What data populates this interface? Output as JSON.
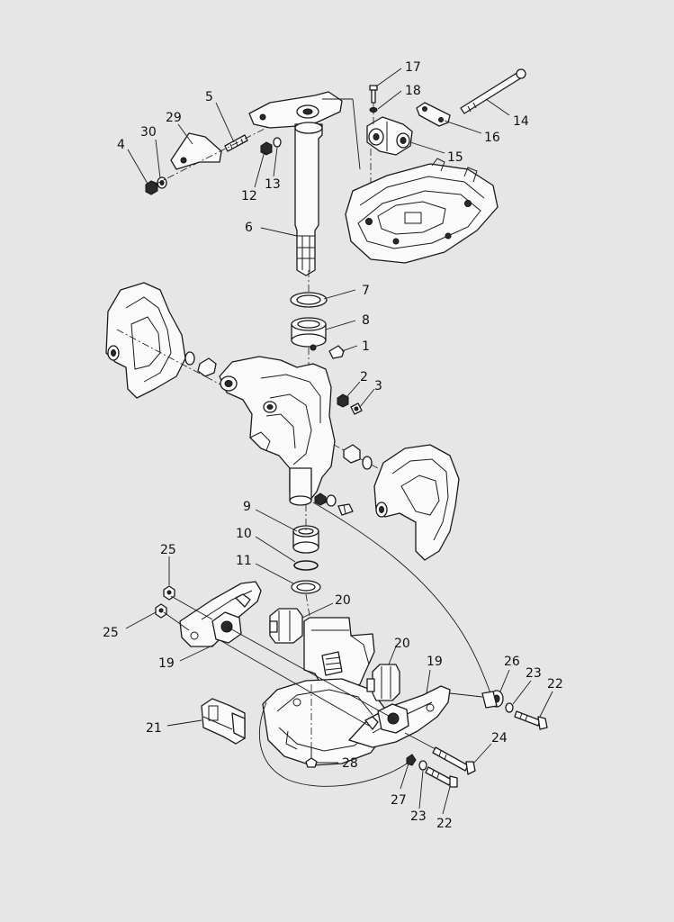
{
  "callouts": [
    {
      "id": "c17",
      "text": "17"
    },
    {
      "id": "c18",
      "text": "18"
    },
    {
      "id": "c5",
      "text": "5"
    },
    {
      "id": "c29",
      "text": "29"
    },
    {
      "id": "c14",
      "text": "14"
    },
    {
      "id": "c30",
      "text": "30"
    },
    {
      "id": "c4",
      "text": "4"
    },
    {
      "id": "c16",
      "text": "16"
    },
    {
      "id": "c15",
      "text": "15"
    },
    {
      "id": "c12",
      "text": "12"
    },
    {
      "id": "c13",
      "text": "13"
    },
    {
      "id": "c6",
      "text": "6"
    },
    {
      "id": "c7",
      "text": "7"
    },
    {
      "id": "c8",
      "text": "8"
    },
    {
      "id": "c1",
      "text": "1"
    },
    {
      "id": "c2",
      "text": "2"
    },
    {
      "id": "c3",
      "text": "3"
    },
    {
      "id": "c9",
      "text": "9"
    },
    {
      "id": "c10",
      "text": "10"
    },
    {
      "id": "c11",
      "text": "11"
    },
    {
      "id": "c25a",
      "text": "25"
    },
    {
      "id": "c25b",
      "text": "25"
    },
    {
      "id": "c20a",
      "text": "20"
    },
    {
      "id": "c20b",
      "text": "20"
    },
    {
      "id": "c19a",
      "text": "19"
    },
    {
      "id": "c19b",
      "text": "19"
    },
    {
      "id": "c26",
      "text": "26"
    },
    {
      "id": "c23a",
      "text": "23"
    },
    {
      "id": "c22a",
      "text": "22"
    },
    {
      "id": "c21",
      "text": "21"
    },
    {
      "id": "c24",
      "text": "24"
    },
    {
      "id": "c28",
      "text": "28"
    },
    {
      "id": "c27",
      "text": "27"
    },
    {
      "id": "c23b",
      "text": "23"
    },
    {
      "id": "c22b",
      "text": "22"
    }
  ]
}
